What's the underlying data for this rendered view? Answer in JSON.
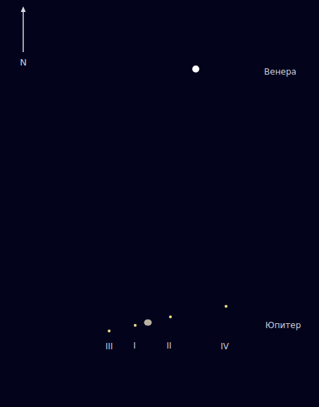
{
  "diagram": {
    "labels": [
      "N",
      "Венера",
      "Юпитер",
      "III",
      "I",
      "II",
      "IV"
    ]
  }
}
